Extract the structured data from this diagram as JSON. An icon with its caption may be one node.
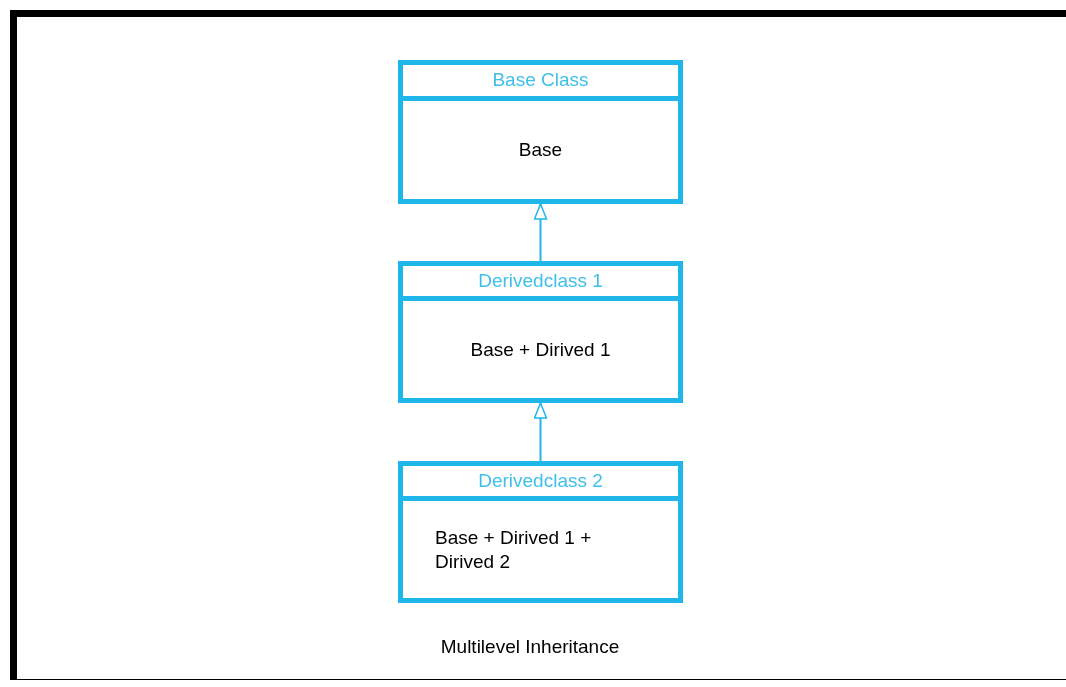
{
  "diagram": {
    "caption": "Multilevel Inheritance",
    "nodes": [
      {
        "text": [
          "Base Class",
          "Base"
        ]
      },
      {
        "text": [
          "Derivedclass 1",
          "Base + Dirived 1"
        ]
      },
      {
        "text": [
          "Derivedclass 2",
          "Base + Dirived 1 + Dirived 2"
        ]
      }
    ],
    "edges": [
      {
        "from": 1,
        "to": 0,
        "arrow": "to"
      },
      {
        "from": 2,
        "to": 1,
        "arrow": "to"
      }
    ]
  }
}
